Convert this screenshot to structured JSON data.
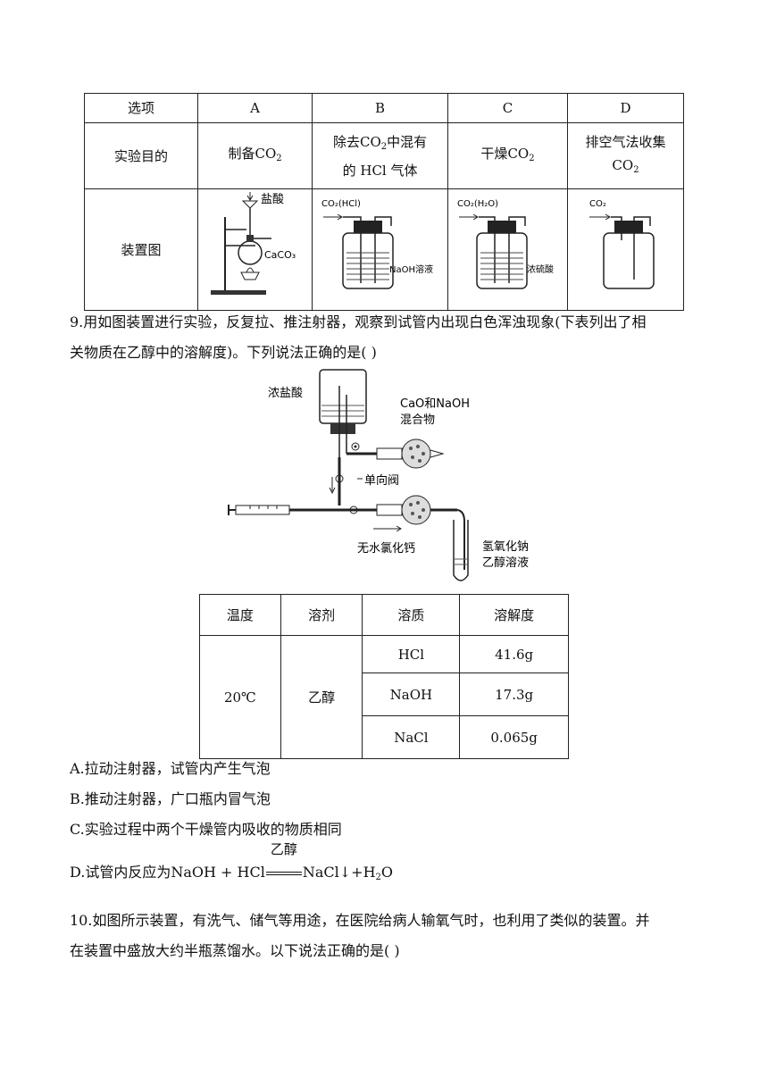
{
  "table1": {
    "header": {
      "label": "选项",
      "a": "A",
      "b": "B",
      "c": "C",
      "d": "D"
    },
    "purpose": {
      "label": "实验目的",
      "a_pre": "制备",
      "a_chem": "CO",
      "a_sub": "2",
      "b_line1_pre": "除去",
      "b_chem": "CO",
      "b_sub": "2",
      "b_line1_post": "中混有",
      "b_line2": "的 HCl 气体",
      "c_pre": "干燥",
      "c_chem": "CO",
      "c_sub": "2",
      "d_line1": "排空气法收集",
      "d_chem": "CO",
      "d_sub": "2"
    },
    "apparatus": {
      "label": "装置图",
      "a_acid": "盐酸",
      "a_solid": "CaCO₃",
      "b_gas": "CO₂(HCl)",
      "b_liquid": "NaOH溶液",
      "c_gas": "CO₂(H₂O)",
      "c_liquid": "浓硫酸",
      "d_gas": "CO₂"
    }
  },
  "q9": {
    "stem_line1": "9.用如图装置进行实验，反复拉、推注射器，观察到试管内出现白色浑浊现象(下表列出了相",
    "stem_line2": "关物质在乙醇中的溶解度)。下列说法正确的是(   )",
    "figure": {
      "acid": "浓盐酸",
      "mix1": "CaO和NaOH",
      "mix2": "混合物",
      "valve": "单向阀",
      "dryer": "无水氯化钙",
      "tube1": "氢氧化钠",
      "tube2": "乙醇溶液"
    },
    "table": {
      "headers": [
        "温度",
        "溶剂",
        "溶质",
        "溶解度"
      ],
      "temp": "20℃",
      "solvent": "乙醇",
      "rows": [
        {
          "solute": "HCl",
          "sol": "41.6g"
        },
        {
          "solute": "NaOH",
          "sol": "17.3g"
        },
        {
          "solute": "NaCl",
          "sol": "0.065g"
        }
      ]
    },
    "options": {
      "a": "A.拉动注射器，试管内产生气泡",
      "b": "B.推动注射器，广口瓶内冒气泡",
      "c": "C.实验过程中两个干燥管内吸收的物质相同",
      "d_pre": "D.试管内反应为",
      "d_eq_left": "NaOH + HCl",
      "d_cond": "乙醇",
      "d_eq_right": "NaCl↓+H",
      "d_eq_sub": "2",
      "d_eq_end": "O"
    }
  },
  "q10": {
    "line1": "10.如图所示装置，有洗气、储气等用途，在医院给病人输氧气时，也利用了类似的装置。并",
    "line2": "在装置中盛放大约半瓶蒸馏水。以下说法正确的是(   )"
  }
}
